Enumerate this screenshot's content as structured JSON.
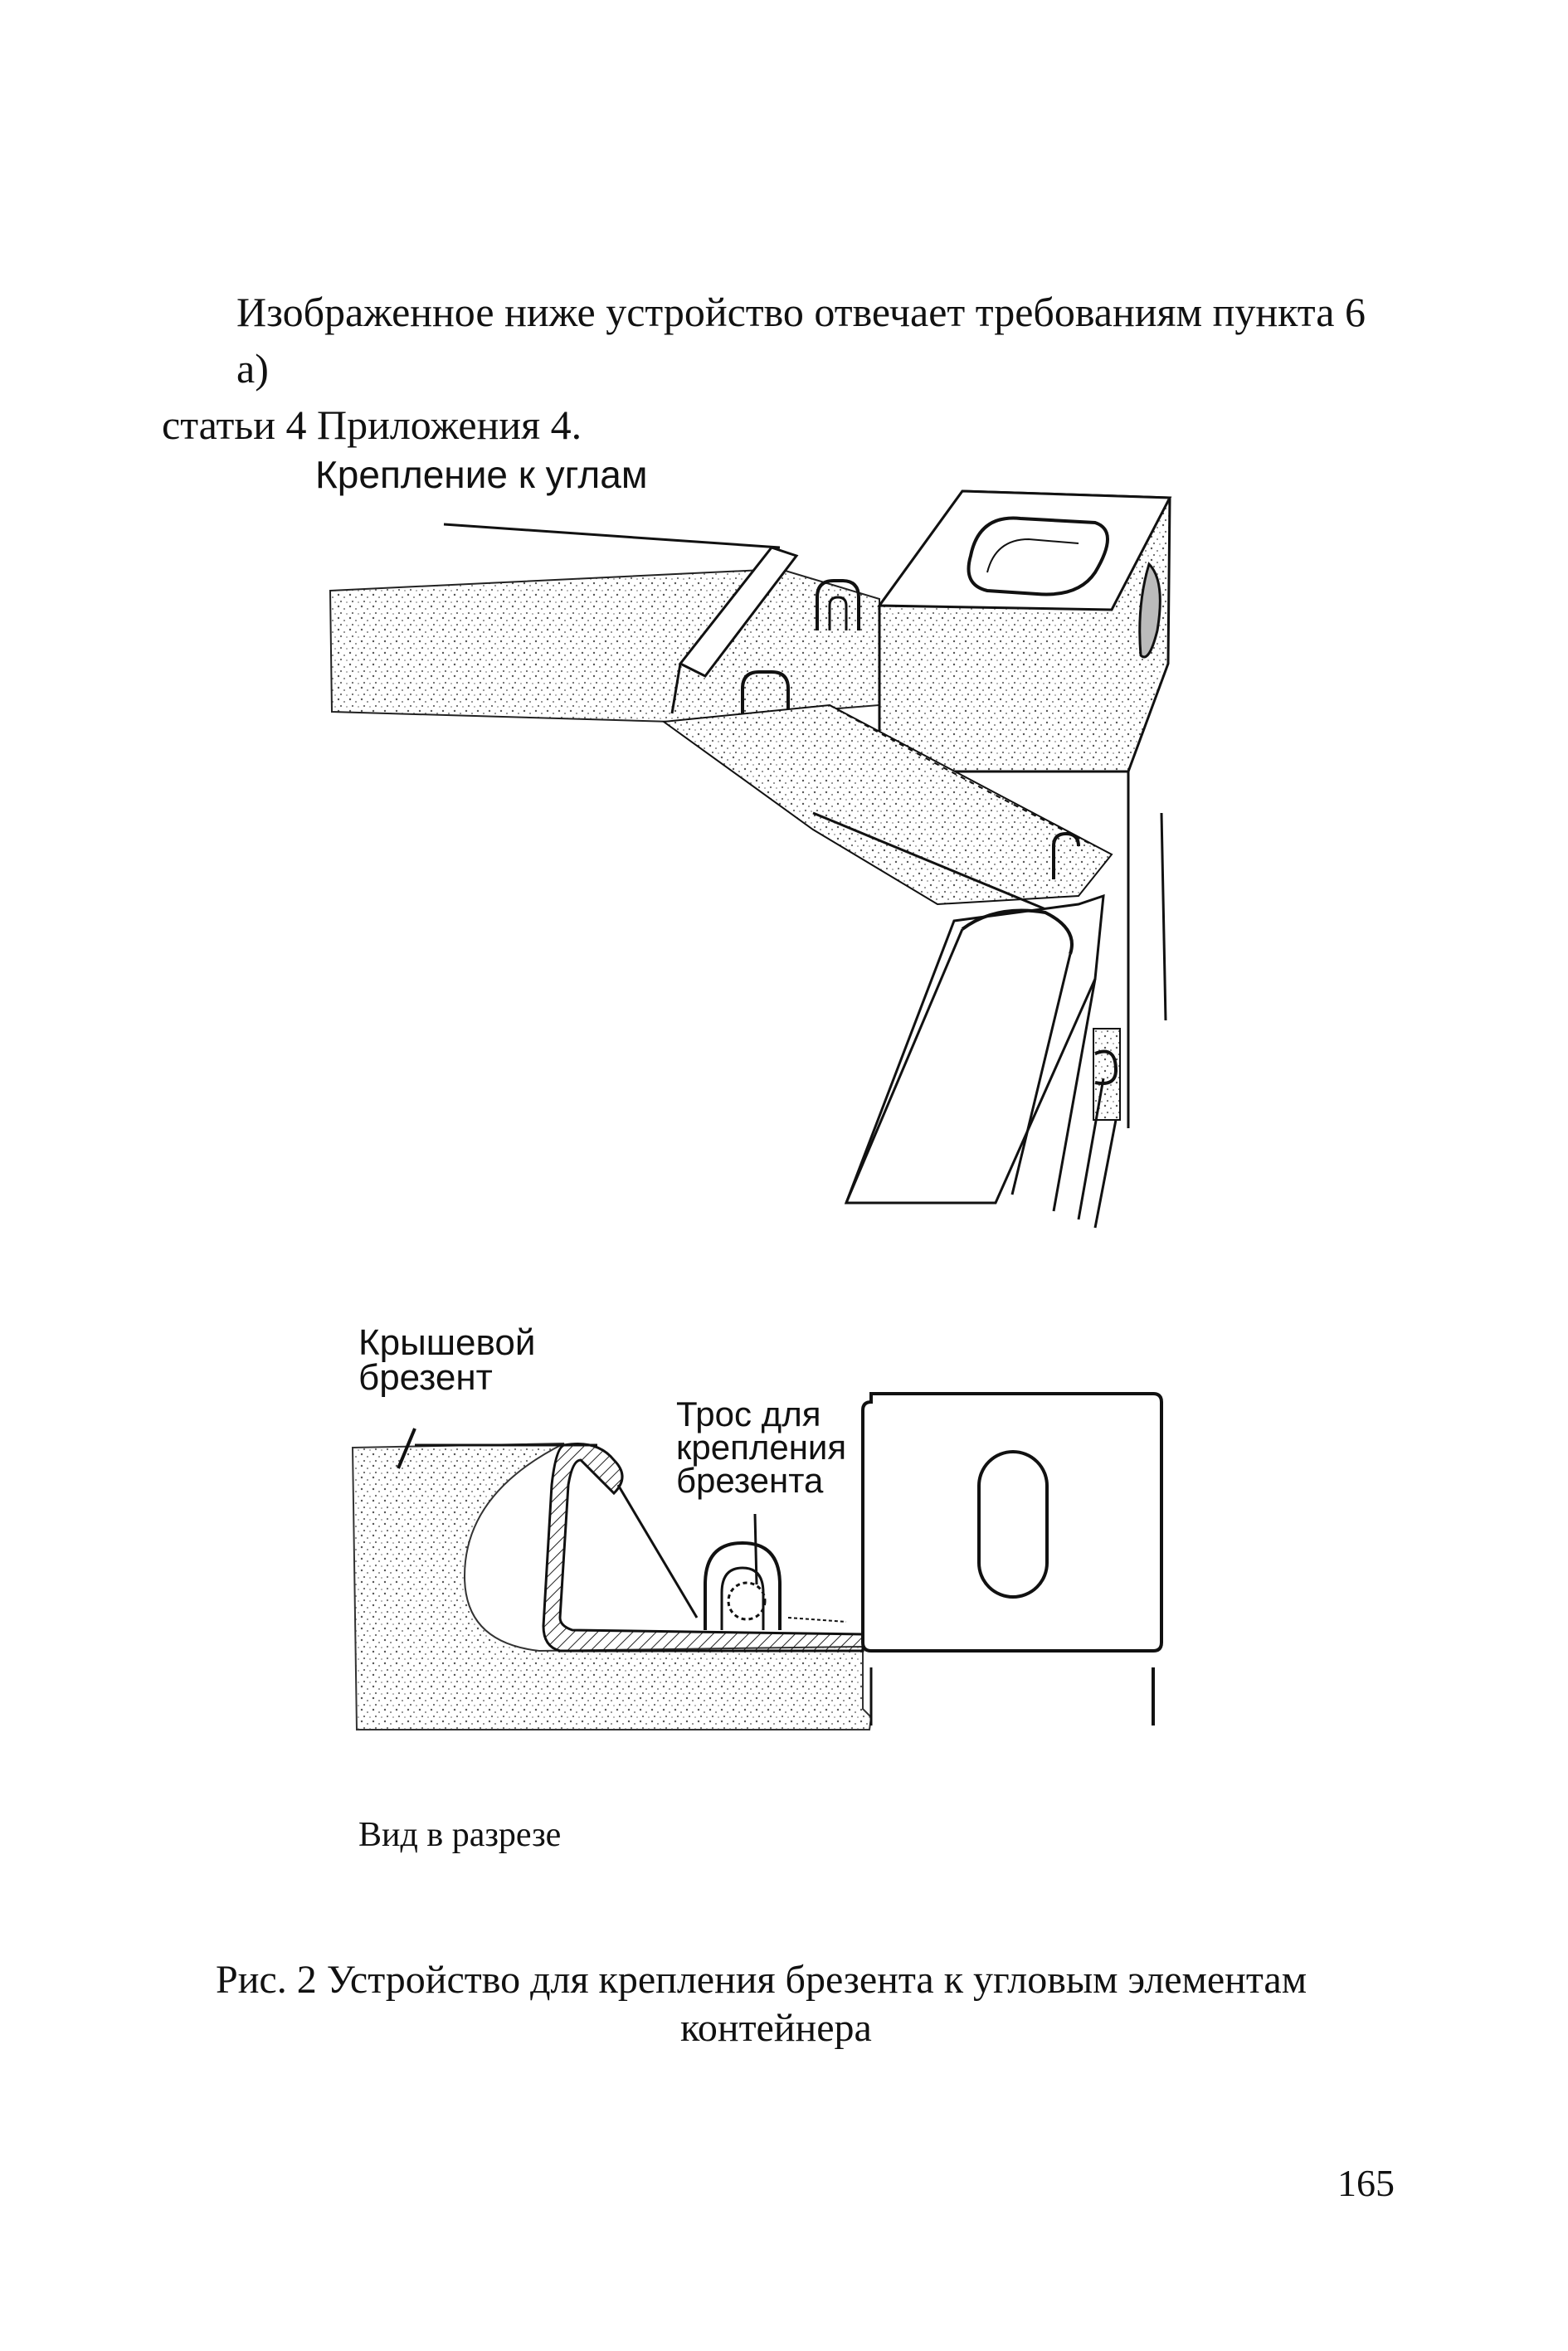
{
  "intro": {
    "line1": "Изображенное ниже устройство отвечает требованиям пункта 6 а)",
    "line2": "статьи 4 Приложения 4."
  },
  "figure": {
    "label_corner": "Крепление к углам",
    "label_roof": [
      "Крышевой",
      "брезент"
    ],
    "label_rope": [
      "Трос для",
      "крепления",
      "брезента"
    ],
    "label_section": "Вид в разрезе"
  },
  "caption": {
    "line1": "Рис. 2   Устройство для крепления брезента к угловым элементам",
    "line2": "контейнера"
  },
  "page_number": "165"
}
